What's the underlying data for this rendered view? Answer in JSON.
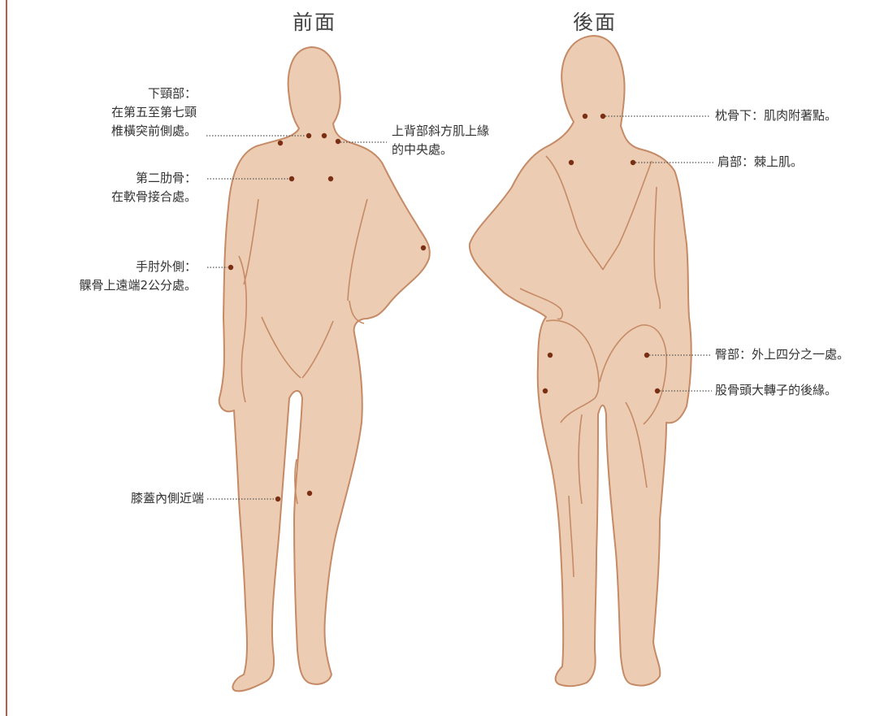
{
  "colors": {
    "skin": "#ecccb2",
    "outline": "#c58a66",
    "tender_point": "#7a2e14",
    "frame_line": "#b85c4a"
  },
  "views": {
    "front_title": "前面",
    "back_title": "後面"
  },
  "front_labels": {
    "lower_neck": [
      "下頸部：",
      "在第五至第七頸",
      "椎橫突前側處。"
    ],
    "trapezius": [
      "上背部斜方肌上緣",
      "的中央處。"
    ],
    "second_rib": [
      "第二肋骨：",
      "在軟骨接合處。"
    ],
    "elbow": [
      "手肘外側：",
      "髁骨上遠端2公分處。"
    ],
    "knee": [
      "膝蓋內側近端"
    ]
  },
  "back_labels": {
    "occiput": "枕骨下：肌肉附著點。",
    "shoulder": "肩部：棘上肌。",
    "gluteal": "臀部：外上四分之一處。",
    "trochanter": "股骨頭大轉子的後緣。"
  }
}
